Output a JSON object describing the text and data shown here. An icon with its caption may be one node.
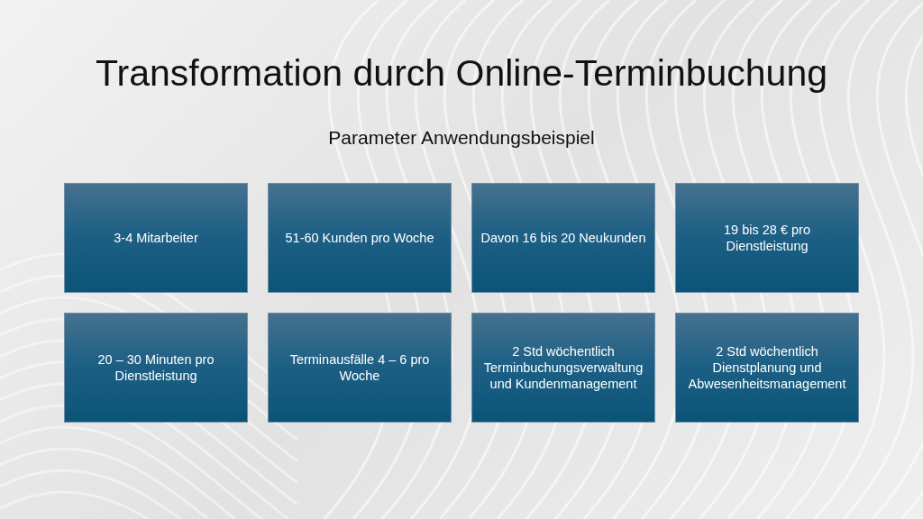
{
  "diagram": {
    "title": "Transformation durch Online-Terminbuchung",
    "nodes": [
      {
        "text": [
          "3-4 Mitarbeiter"
        ]
      },
      {
        "text": [
          "51-60 Kunden pro Woche"
        ]
      },
      {
        "text": [
          "Davon 16 bis 20 Neukunden"
        ]
      },
      {
        "text": [
          "19 bis 28 € pro Dienstleistung"
        ]
      },
      {
        "text": [
          "20 – 30 Minuten pro Dienstleistung"
        ]
      },
      {
        "text": [
          "Terminausfälle 4 – 6 pro Woche"
        ]
      },
      {
        "text": [
          "2 Std wöchentlich Terminbuchungsverwaltung und Kundenmanagement"
        ]
      },
      {
        "text": [
          "2 Std wöchentlich Dienstplanung und Abwesenheitsmanagement"
        ]
      }
    ],
    "edges": [],
    "labels": [
      "Parameter Anwendungsbeispiel"
    ]
  }
}
